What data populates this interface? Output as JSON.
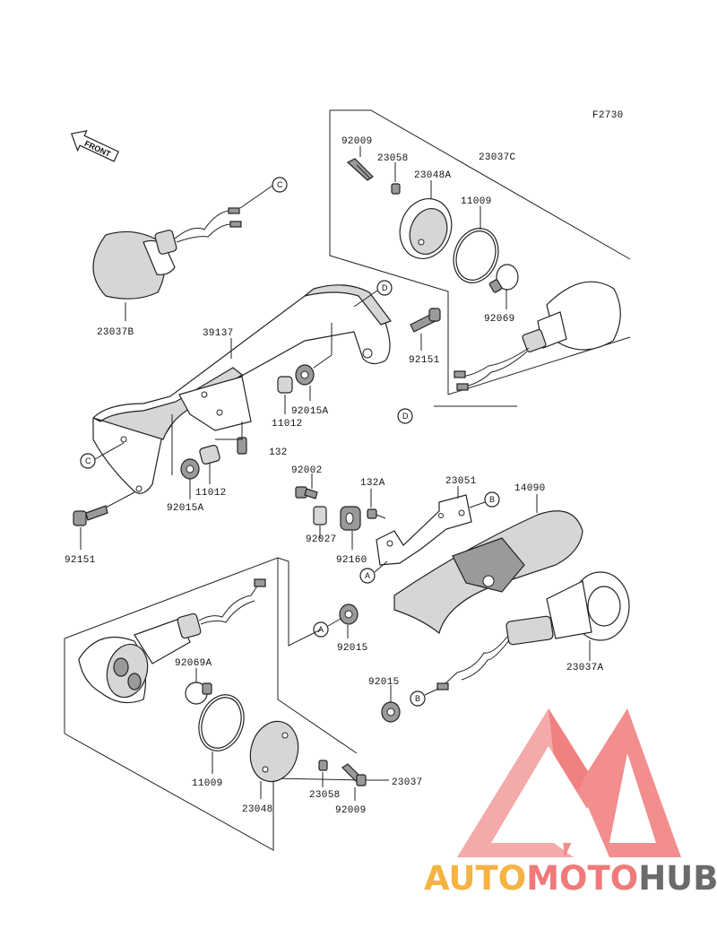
{
  "figure_code": "F2730",
  "front_label": "FRONT",
  "labels": {
    "p92009_top": "92009",
    "p23058_top": "23058",
    "p23048A": "23048A",
    "p23037C": "23037C",
    "p11009_top": "11009",
    "p92069": "92069",
    "p23037B": "23037B",
    "p39137": "39137",
    "p92151_right": "92151",
    "p11012_right": "11012",
    "p92015A_right": "92015A",
    "p132": "132",
    "p11012_left": "11012",
    "p92015A_left": "92015A",
    "p92151_left": "92151",
    "p92002": "92002",
    "p132A": "132A",
    "p23051": "23051",
    "p14090": "14090",
    "p92027": "92027",
    "p92160": "92160",
    "p92015_mid": "92015",
    "p92069A": "92069A",
    "p23037A": "23037A",
    "p92015_low": "92015",
    "p11009_bottom": "11009",
    "p23058_bottom": "23058",
    "p23048": "23048",
    "p92009_bottom": "92009",
    "p23037": "23037"
  },
  "connectors": {
    "c_top": "C",
    "c_left": "C",
    "d_top": "D",
    "d_right": "D",
    "a_mid": "A",
    "a_left": "A",
    "b_top": "B",
    "b_bottom": "B"
  },
  "watermark": {
    "auto": "AUTO",
    "moto": "MOTO",
    "hub": "HUB",
    "color_primary": "#f07a7a",
    "color_secondary": "#f5b342",
    "color_dark": "#6b6b6b"
  }
}
